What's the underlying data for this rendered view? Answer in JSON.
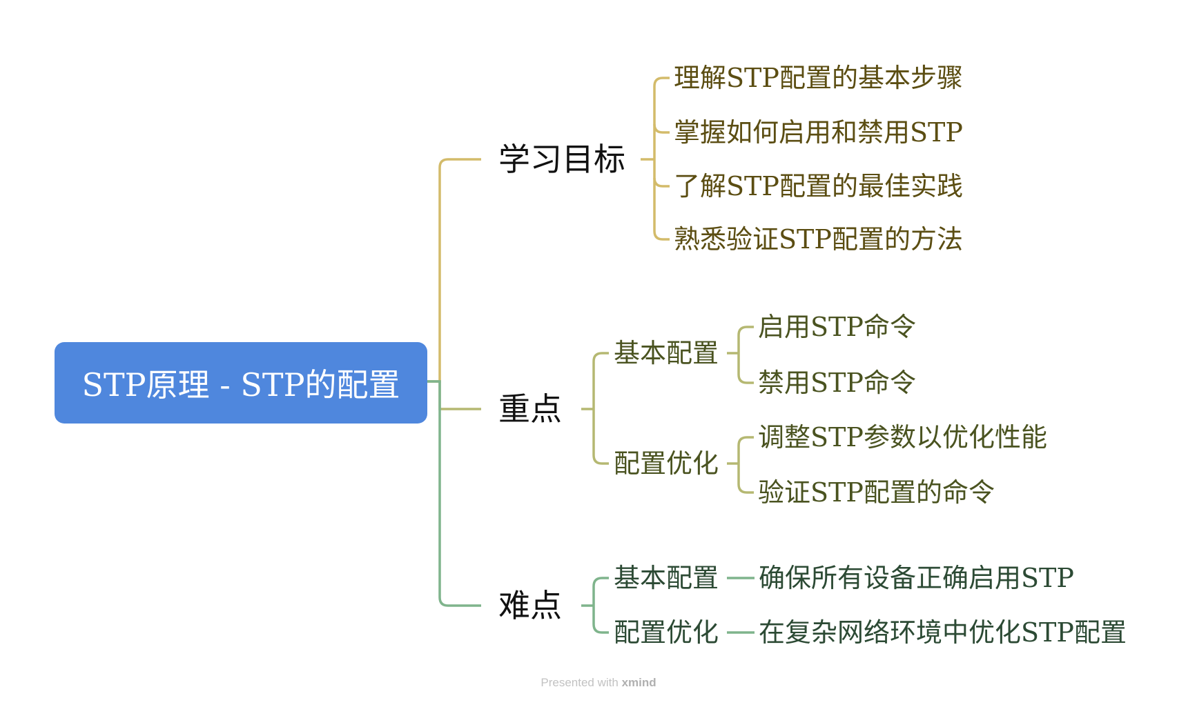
{
  "root": {
    "label": "STP原理 - STP的配置"
  },
  "branches": {
    "goals": {
      "label": "学习目标",
      "color": "#d3bb6a",
      "items": [
        "理解STP配置的基本步骤",
        "掌握如何启用和禁用STP",
        "了解STP配置的最佳实践",
        "熟悉验证STP配置的方法"
      ]
    },
    "key": {
      "label": "重点",
      "color": "#b5b872",
      "groups": [
        {
          "label": "基本配置",
          "items": [
            "启用STP命令",
            "禁用STP命令"
          ]
        },
        {
          "label": "配置优化",
          "items": [
            "调整STP参数以优化性能",
            "验证STP配置的命令"
          ]
        }
      ]
    },
    "difficult": {
      "label": "难点",
      "color": "#7fb48c",
      "groups": [
        {
          "label": "基本配置",
          "items": [
            "确保所有设备正确启用STP"
          ]
        },
        {
          "label": "配置优化",
          "items": [
            "在复杂网络环境中优化STP配置"
          ]
        }
      ]
    }
  },
  "footer": {
    "prefix": "Presented with ",
    "brand": "xmind"
  }
}
